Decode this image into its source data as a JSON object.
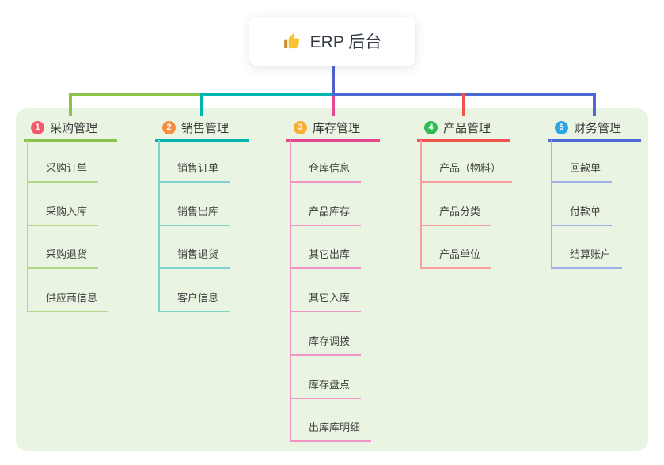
{
  "root": {
    "title": "ERP 后台",
    "icon": "thumbs-up-icon"
  },
  "branches": [
    {
      "badge": "1",
      "label": "采购管理",
      "color": "#8bc34a",
      "light_color": "#b2d788",
      "badge_color": "#f25b6f",
      "children": [
        "采购订单",
        "采购入库",
        "采购退货",
        "供应商信息"
      ]
    },
    {
      "badge": "2",
      "label": "销售管理",
      "color": "#00b5ad",
      "light_color": "#7ed3cd",
      "badge_color": "#fb8b3d",
      "children": [
        "销售订单",
        "销售出库",
        "销售退货",
        "客户信息"
      ]
    },
    {
      "badge": "3",
      "label": "库存管理",
      "color": "#e6478f",
      "light_color": "#f193c3",
      "badge_color": "#f9ad33",
      "children": [
        "仓库信息",
        "产品库存",
        "其它出库",
        "其它入库",
        "库存调拨",
        "库存盘点",
        "出库库明细"
      ]
    },
    {
      "badge": "4",
      "label": "产品管理",
      "color": "#f3534e",
      "light_color": "#f8a09d",
      "badge_color": "#33ba55",
      "children": [
        "产品（物料）",
        "产品分类",
        "产品单位"
      ]
    },
    {
      "badge": "5",
      "label": "财务管理",
      "color": "#4e68d6",
      "light_color": "#9fb1e8",
      "badge_color": "#2ea6e3",
      "children": [
        "回款单",
        "付款单",
        "结算账户"
      ]
    }
  ],
  "colors": {
    "connector": "#5160d0",
    "panel_background": "#e9f5e2",
    "root_text": "#333b47"
  }
}
